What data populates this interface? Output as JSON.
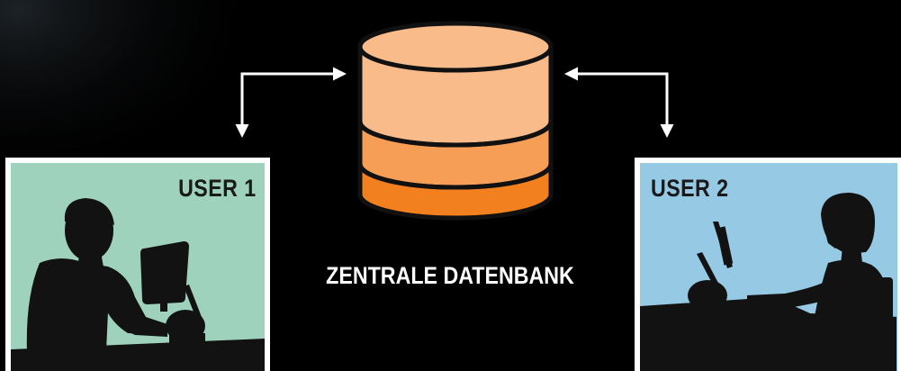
{
  "users": [
    {
      "label": "USER 1",
      "panel_color": "#9fd2bd",
      "gender": "male"
    },
    {
      "label": "USER 2",
      "panel_color": "#95c9e4",
      "gender": "female"
    }
  ],
  "database": {
    "label": "ZENTRALE DATENBANK",
    "tier_colors": [
      "#f9bb8a",
      "#f69d56",
      "#f2801f"
    ],
    "outline_color": "#111111"
  },
  "arrows": {
    "color": "#ffffff",
    "style": "bidirectional"
  },
  "background_color": "#000000"
}
